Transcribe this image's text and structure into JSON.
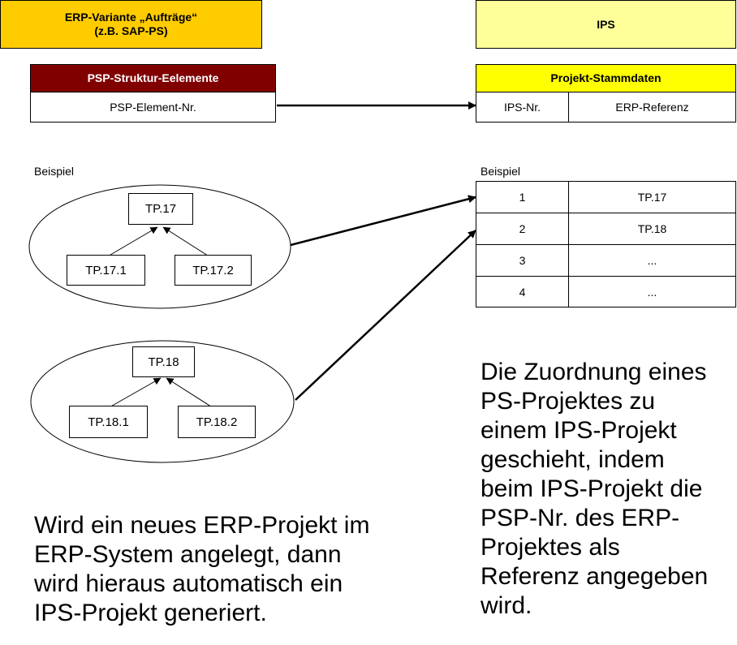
{
  "left": {
    "variant_title_line1": "ERP-Variante „Aufträge“",
    "variant_title_line2": "(z.B. SAP-PS)",
    "struct_header": "PSP-Struktur-Eelemente",
    "struct_field": "PSP-Element-Nr.",
    "example_label": "Beispiel",
    "tree1": {
      "root": "TP.17",
      "child1": "TP.17.1",
      "child2": "TP.17.2"
    },
    "tree2": {
      "root": "TP.18",
      "child1": "TP.18.1",
      "child2": "TP.18.2"
    },
    "note": [
      "Wird ein neues ERP-Projekt im",
      "ERP-System angelegt, dann",
      "wird hieraus automatisch ein",
      "IPS-Projekt generiert."
    ]
  },
  "right": {
    "ips_title": "IPS",
    "master_header": "Projekt-Stammdaten",
    "col_ips_nr": "IPS-Nr.",
    "col_erp_ref": "ERP-Referenz",
    "example_label": "Beispiel",
    "rows": [
      {
        "nr": "1",
        "ref": "TP.17"
      },
      {
        "nr": "2",
        "ref": "TP.18"
      },
      {
        "nr": "3",
        "ref": "..."
      },
      {
        "nr": "4",
        "ref": "..."
      }
    ],
    "note": [
      "Die Zuordnung eines",
      "PS-Projektes zu",
      "einem IPS-Projekt",
      "geschieht, indem",
      "beim IPS-Projekt die",
      "PSP-Nr. des ERP-",
      "Projektes als",
      "Referenz angegeben",
      "wird."
    ]
  },
  "colors": {
    "erp_box": "#ffcc00",
    "ips_box": "#ffff99",
    "struct_header": "#800000",
    "master_header": "#ffff00"
  }
}
